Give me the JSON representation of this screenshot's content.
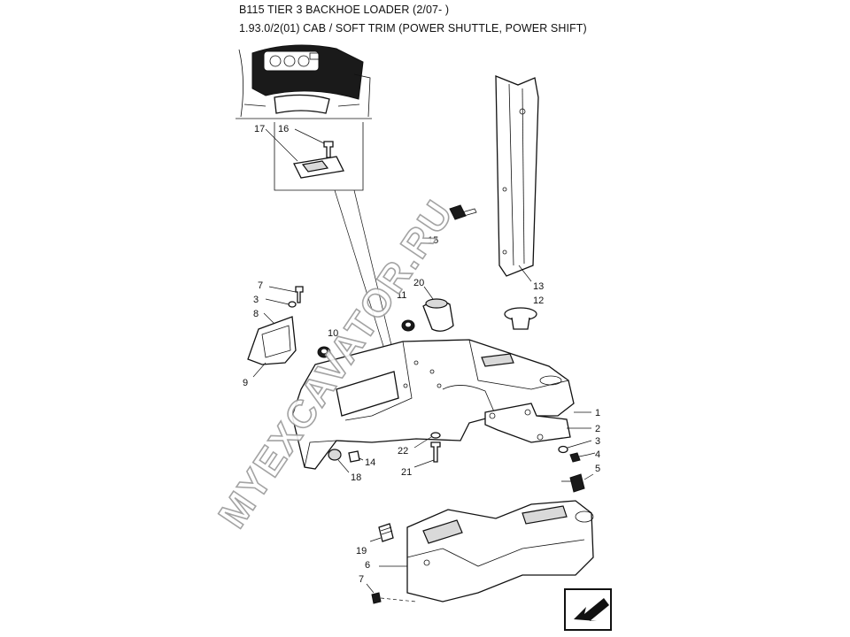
{
  "header": {
    "title": "B115 TIER 3 BACKHOE LOADER (2/07- )",
    "subtitle": "1.93.0/2(01) CAB / SOFT TRIM (POWER SHUTTLE, POWER SHIFT)"
  },
  "watermark": "MYEXCAVATOR.RU",
  "callouts": {
    "c1": "1",
    "c2": "2",
    "c3a": "3",
    "c3b": "3",
    "c4": "4",
    "c5": "5",
    "c6": "6",
    "c7a": "7",
    "c7b": "7",
    "c8": "8",
    "c9": "9",
    "c10": "10",
    "c11": "11",
    "c12": "12",
    "c13": "13",
    "c14": "14",
    "c15": "15",
    "c16": "16",
    "c17": "17",
    "c18": "18",
    "c19": "19",
    "c20": "20",
    "c21": "21",
    "c22": "22"
  },
  "icons": {
    "nav_arrow": "next-page-arrow-icon"
  }
}
